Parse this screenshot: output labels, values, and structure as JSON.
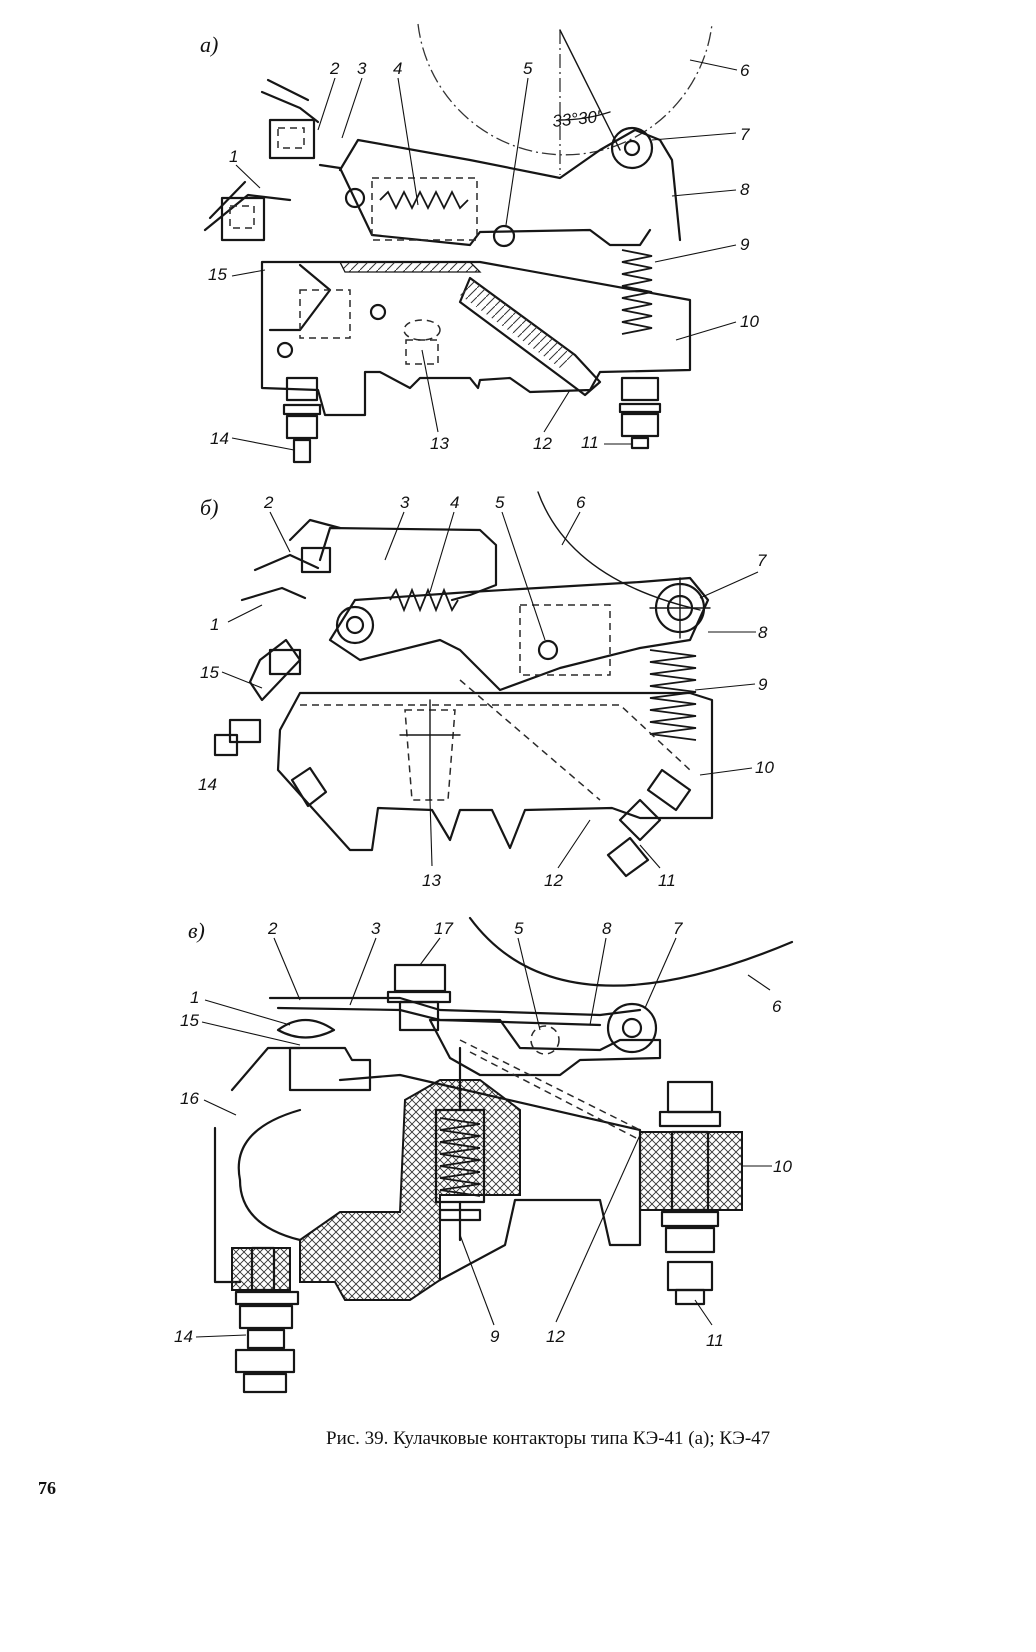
{
  "figure": {
    "caption": "Рис. 39. Кулачковые контакторы типа КЭ-41 (а); КЭ-47",
    "page_number": "76"
  },
  "panels": [
    {
      "id": "a",
      "label": "а)",
      "angle": "33°30'",
      "callouts": [
        "1",
        "2",
        "3",
        "4",
        "5",
        "6",
        "7",
        "8",
        "9",
        "10",
        "11",
        "12",
        "13",
        "14",
        "15"
      ]
    },
    {
      "id": "b",
      "label": "б)",
      "callouts": [
        "1",
        "2",
        "3",
        "4",
        "5",
        "6",
        "7",
        "8",
        "9",
        "10",
        "11",
        "12",
        "13",
        "14",
        "15"
      ]
    },
    {
      "id": "v",
      "label": "в)",
      "callouts": [
        "1",
        "2",
        "3",
        "5",
        "6",
        "7",
        "8",
        "9",
        "10",
        "11",
        "12",
        "14",
        "15",
        "16",
        "17"
      ]
    }
  ]
}
